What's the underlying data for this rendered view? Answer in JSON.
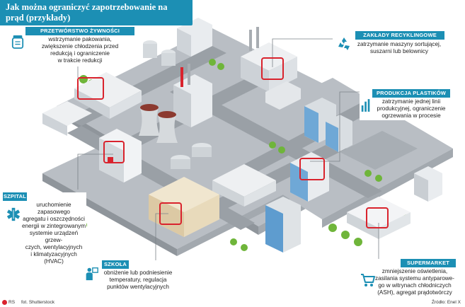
{
  "title": "Jak można ograniczyć zapotrzebowanie na prąd (przykłady)",
  "callouts": {
    "food": {
      "heading": "PRZETWÓRSTWO ŻYWNOŚCI",
      "lines": [
        "wstrzymanie pakowania,",
        "zwiększenie chłodzenia przed",
        "redukcją i ograniczenie",
        "w trakcie redukcji"
      ],
      "icon": "food-jar-icon"
    },
    "recycling": {
      "heading": "ZAKŁADY RECYKLINGOWE",
      "lines": [
        "zatrzymanie maszyny sortującej,",
        "suszarni lub belownicy"
      ],
      "icon": "recycle-icon"
    },
    "plastics": {
      "heading": "PRODUKCJA PLASTIKÓW",
      "lines": [
        "zatrzymanie jednej linii",
        "produkcyjnej, ograniczenie",
        "ogrzewania w procesie"
      ],
      "icon": "factory-chart-icon"
    },
    "hospital": {
      "heading": "SZPITAL",
      "lines": [
        "uruchomienie zapasowego",
        "agregatu i oszczędności",
        "energii w zintegrowanym",
        "systemie urządzeń grzew-",
        "czych, wentylacyjnych",
        "i klimatyzacyjnych (HVAC)"
      ],
      "icon": "medical-star-icon"
    },
    "school": {
      "heading": "SZKOŁA",
      "lines": [
        "obniżenie lub podniesienie",
        "temperatury, regulacja",
        "punktów wentylacyjnych"
      ],
      "icon": "teacher-icon"
    },
    "supermarket": {
      "heading": "SUPERMARKET",
      "lines": [
        "zmniejszenie oświetlenia,",
        "zasilania systemu antyparowe-",
        "go w witrynach chłodniczych",
        "(ASH), agregat prądotwórczy"
      ],
      "icon": "shopping-cart-icon"
    }
  },
  "footer": {
    "logo": "RS",
    "photo_credit": "fot. Shutterstock",
    "source": "Źródło: Enel X"
  },
  "colors": {
    "accent": "#1c8fb4",
    "highlight": "#d9232d",
    "ground": "#b9bec4",
    "road": "#9aa0a6",
    "grass": "#6fb53a"
  }
}
